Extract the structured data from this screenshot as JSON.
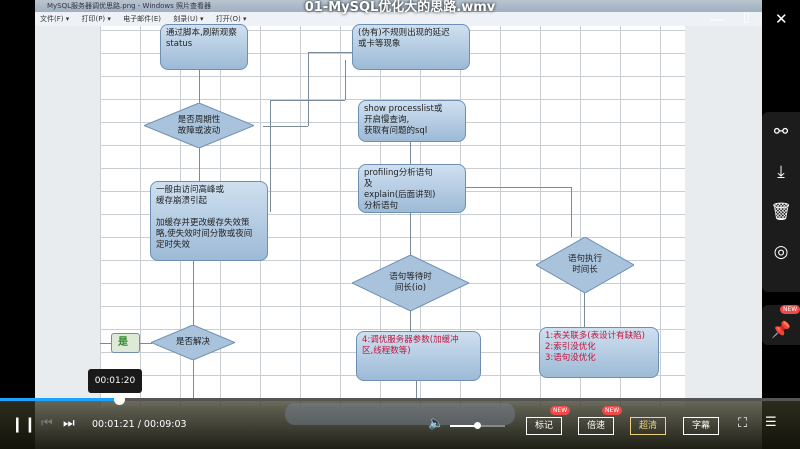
{
  "viewer": {
    "title": "MySQL服务器调优思路.png - Windows 照片查看器",
    "menu": [
      "文件(F) ▾",
      "打印(P) ▾",
      "电子邮件(E)",
      "刻录(U) ▾",
      "打开(O) ▾"
    ]
  },
  "video": {
    "title": "01-MySQL优化大的思路.wmv",
    "current_time": "00:01:21",
    "duration": "00:09:03",
    "time_sep": " / ",
    "hover_time": "00:01:20",
    "progress_fraction": 0.149,
    "volume_fraction": 0.5
  },
  "flow": {
    "box_status": "通过脚本,刷新观察\nstatus",
    "box_irregular": "(伪有)不规则出现的延迟\n或卡等现象",
    "dia_periodic": "是否周期性\n故障或波动",
    "box_processlist": "show processlist或\n开启慢查询,\n获取有问题的sql",
    "box_peak": "一般由访问高峰或\n缓存崩溃引起\n\n加缓存并更改缓存失效策\n略,使失效时间分散或夜间\n定时失效",
    "box_profiling": "profiling分析语句\n及\nexplain(后面讲到)\n分析语句",
    "dia_io": "语句等待时\n间长(io)",
    "dia_exec": "语句执行\n时间长",
    "box_server": "4:调优服务器参数(加缓冲\n区,线程数等)",
    "box_sql": "1:表关联多(表设计有缺陷)\n2:索引没优化\n3:语句没优化",
    "dia_solved": "是否解决",
    "box_yes": "是"
  },
  "buttons": {
    "mark": "标记",
    "speed": "倍速",
    "hd": "超清",
    "subtitle": "字幕",
    "new": "NEW"
  },
  "colors": {
    "accent": "#1aa3ff",
    "hd": "#f0d27a",
    "new_badge": "#ef4a4a"
  }
}
